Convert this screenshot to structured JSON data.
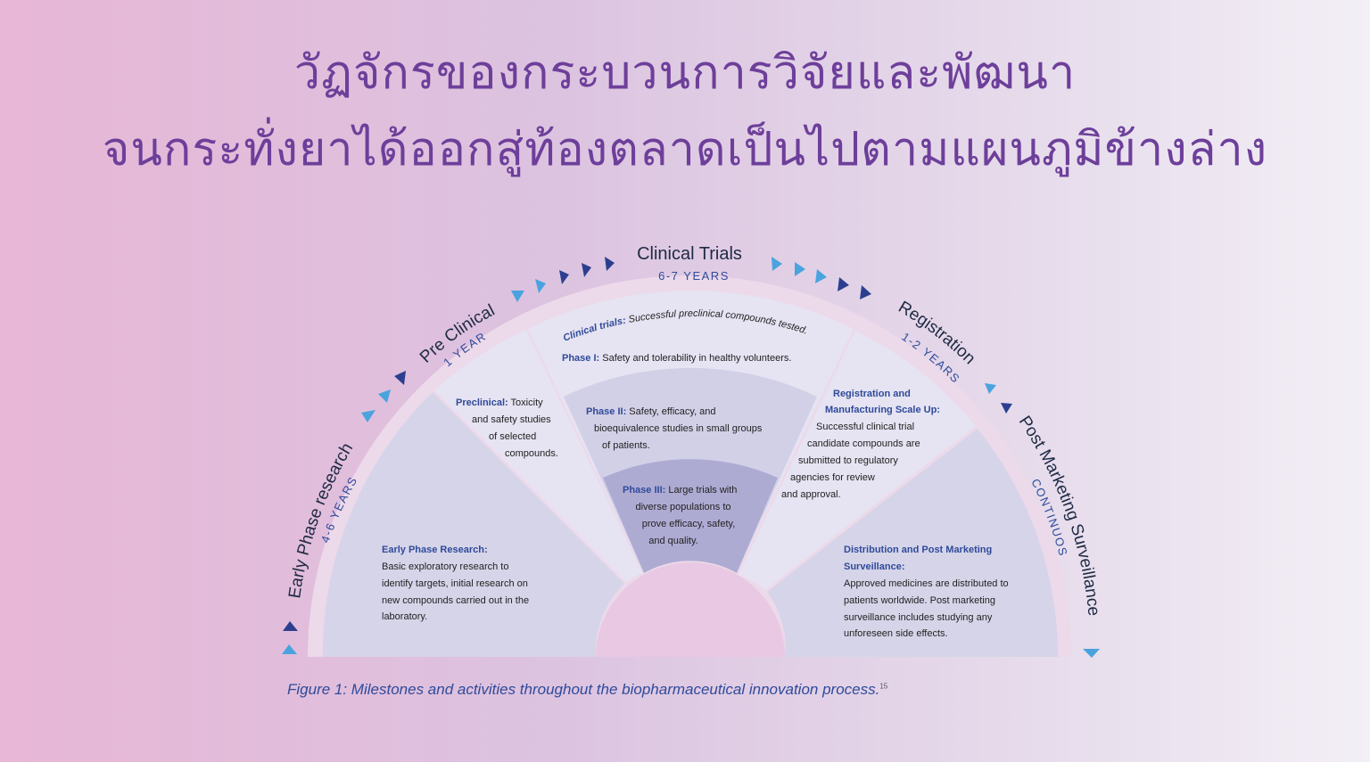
{
  "headline": {
    "line1": "วัฏจักรของกระบวนการวิจัยและพัฒนา",
    "line2": "จนกระทั่งยาได้ออกสู่ท้องตลาดเป็นไปตามแผนภูมิข้างล่าง"
  },
  "colors": {
    "title": "#6d3f9a",
    "stage_label": "#1e2a44",
    "stage_duration": "#2f4a9a",
    "keyword": "#2f4a9a",
    "arrow_light": "#4aa3de",
    "arrow_dark": "#2c3f8f"
  },
  "stages": {
    "early": {
      "label": "Early Phase research",
      "duration": "4-6 YEARS"
    },
    "preclinical": {
      "label": "Pre Clinical",
      "duration": "1 YEAR"
    },
    "clinical": {
      "label": "Clinical Trials",
      "duration": "6-7 YEARS"
    },
    "registration": {
      "label": "Registration",
      "duration": "1-2 YEARS"
    },
    "post": {
      "label": "Post Marketing Surveillance",
      "duration": "CONTINUOS"
    }
  },
  "segments": {
    "early": {
      "title": "Early Phase Research:",
      "lines": [
        "Basic exploratory research to",
        "identify targets, initial research on",
        "new compounds carried out in the",
        "laboratory."
      ]
    },
    "preclinical": {
      "keyword": "Preclinical:",
      "line1_rest": " Toxicity",
      "lines": [
        "and safety studies",
        "of selected",
        "compounds."
      ]
    },
    "clinical": {
      "arc_keyword": "Clinical trials:",
      "arc_rest": " Successful preclinical compounds tested.",
      "phase1_keyword": "Phase I:",
      "phase1_rest": " Safety and tolerability in healthy volunteers."
    },
    "phase2": {
      "keyword": "Phase II:",
      "line1_rest": " Safety, efficacy, and",
      "lines": [
        "bioequivalence studies in small groups",
        "of patients."
      ]
    },
    "phase3": {
      "keyword": "Phase III:",
      "line1_rest": " Large trials with",
      "lines": [
        "diverse populations to",
        "prove efficacy, safety,",
        "and quality."
      ]
    },
    "registration": {
      "title_lines": [
        "Registration and",
        "Manufacturing Scale Up:"
      ],
      "lines": [
        "Successful clinical trial",
        "candidate compounds are",
        "submitted to regulatory",
        "agencies for review",
        "and approval."
      ]
    },
    "post": {
      "title_lines": [
        "Distribution and Post Marketing",
        "Surveillance:"
      ],
      "lines": [
        "Approved medicines are distributed to",
        "patients worldwide.  Post marketing",
        "surveillance includes studying any",
        "unforeseen side effects."
      ]
    }
  },
  "caption": {
    "text": "Figure 1: Milestones and activities throughout the biopharmaceutical innovation process.",
    "ref": "15"
  }
}
